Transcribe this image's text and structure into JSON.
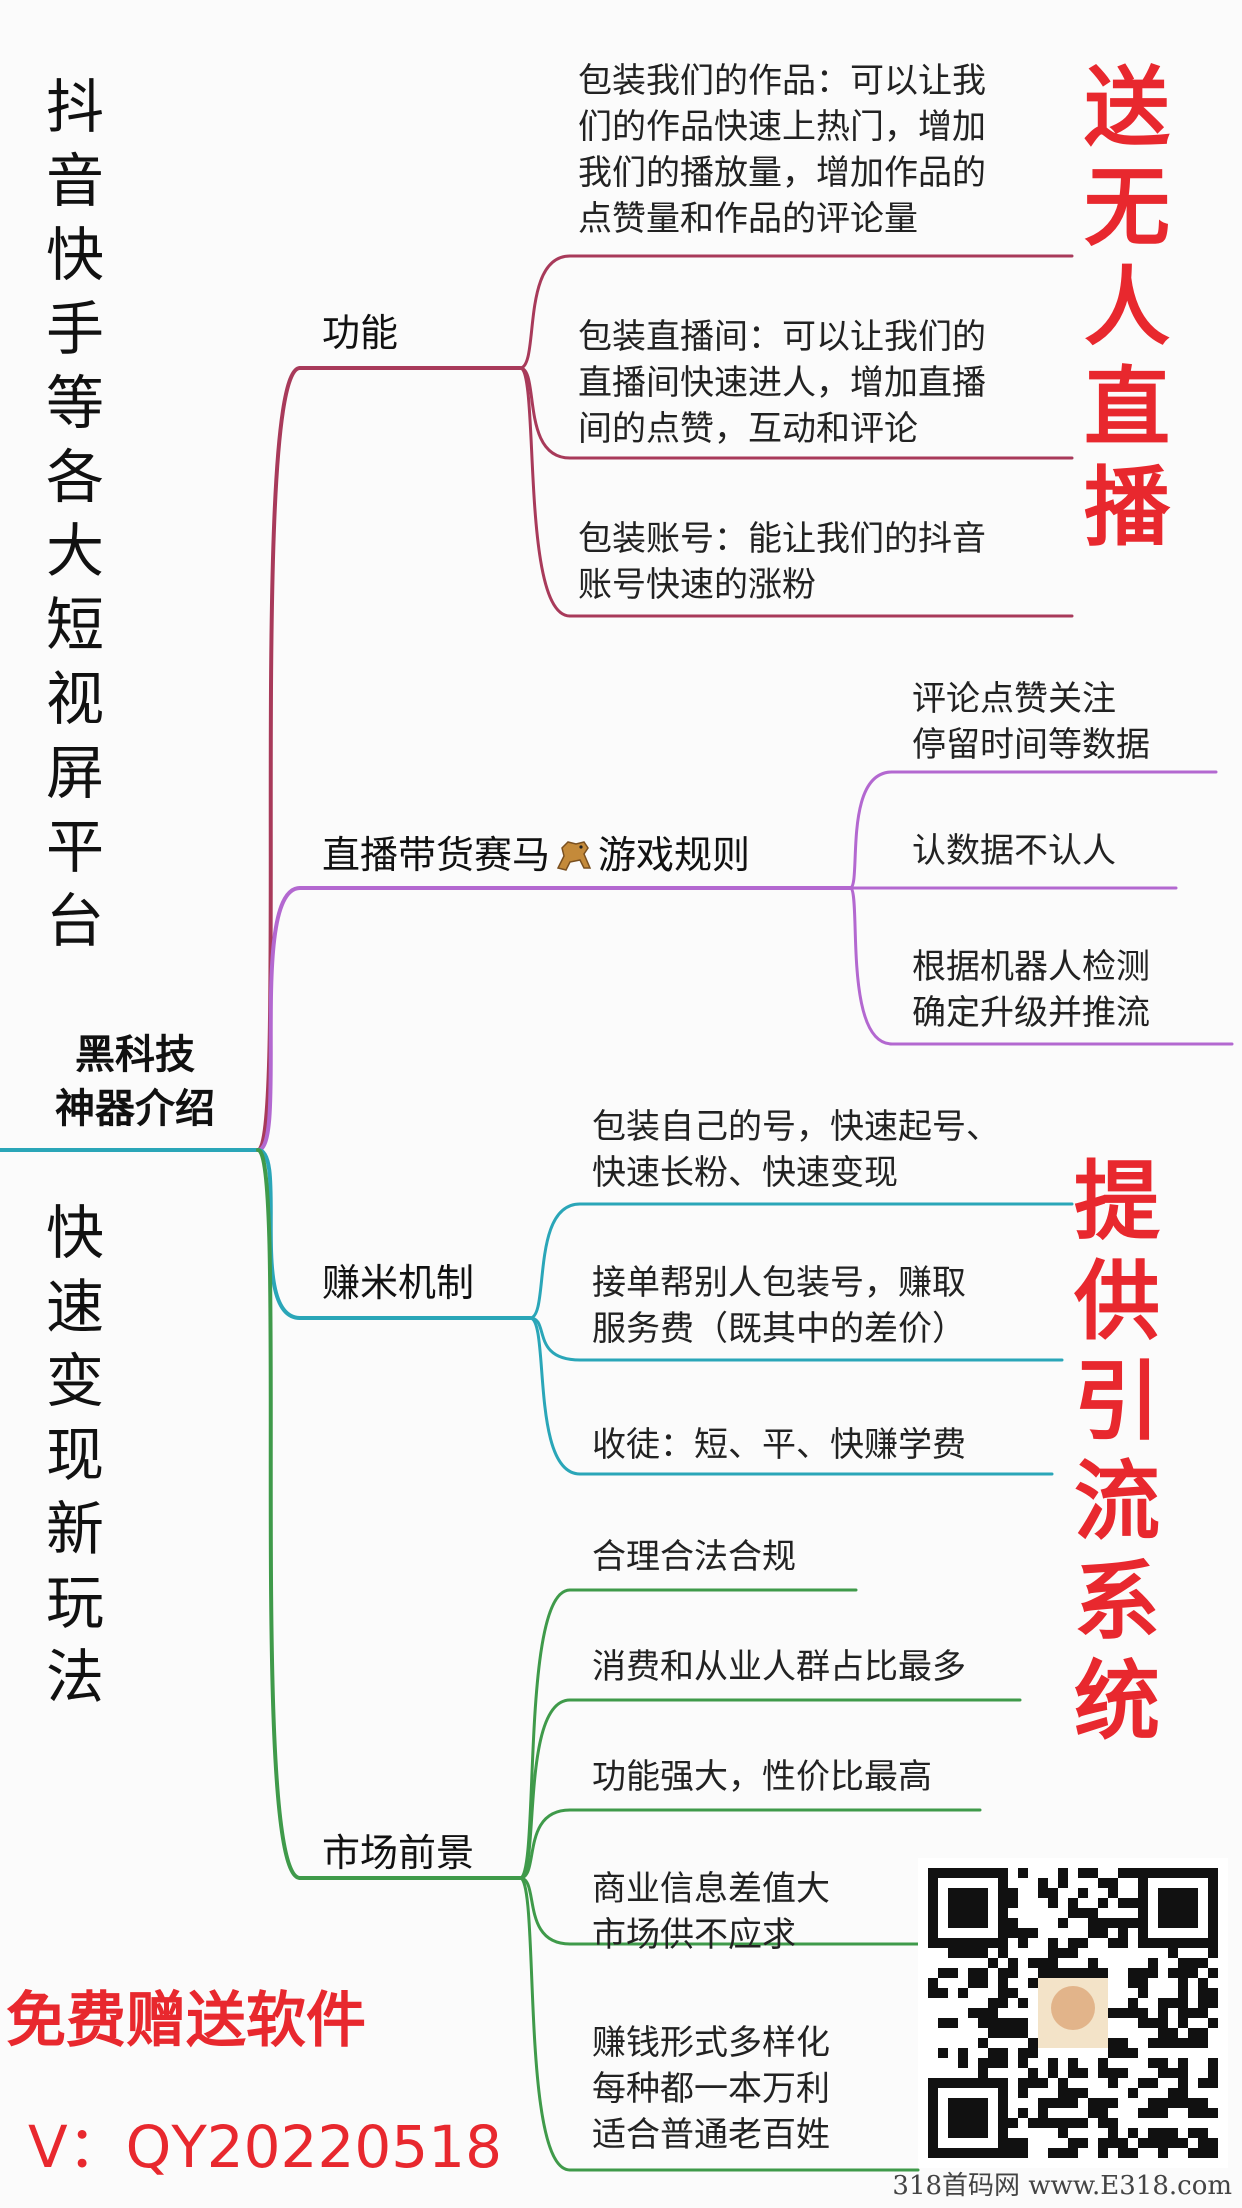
{
  "vertical_titles": {
    "top": [
      "抖",
      "音",
      "快",
      "手",
      "等",
      "各",
      "大",
      "短",
      "视",
      "屏",
      "平",
      "台"
    ],
    "bottom": [
      "快",
      "速",
      "变",
      "现",
      "新",
      "玩",
      "法"
    ]
  },
  "center_label": [
    "黑科技",
    "神器介绍"
  ],
  "branches": [
    {
      "label": "功能",
      "color": "#a83a5a",
      "leaves": [
        [
          "包装我们的作品：可以让我",
          "们的作品快速上热门，增加",
          "我们的播放量，增加作品的",
          "点赞量和作品的评论量"
        ],
        [
          "包装直播间：可以让我们的",
          "直播间快速进人，增加直播",
          "间的点赞，互动和评论"
        ],
        [
          "包装账号：能让我们的抖音",
          "账号快速的涨粉"
        ]
      ]
    },
    {
      "label_before": "直播带货赛马",
      "label_after": "游戏规则",
      "icon": "horse-icon",
      "color": "#b368d0",
      "leaves": [
        [
          "评论点赞关注",
          "停留时间等数据"
        ],
        [
          "认数据不认人"
        ],
        [
          "根据机器人检测",
          "确定升级并推流"
        ]
      ]
    },
    {
      "label": "赚米机制",
      "color": "#2aa6b8",
      "leaves": [
        [
          "包装自己的号，快速起号、",
          "快速长粉、快速变现"
        ],
        [
          "接单帮别人包装号，赚取",
          "服务费（既其中的差价）"
        ],
        [
          "收徒：短、平、快赚学费"
        ]
      ]
    },
    {
      "label": "市场前景",
      "color": "#3f9a4a",
      "leaves": [
        [
          "合理合法合规"
        ],
        [
          "消费和从业人群占比最多"
        ],
        [
          "功能强大，性价比最高"
        ],
        [
          "商业信息差值大",
          "市场供不应求"
        ],
        [
          "赚钱形式多样化",
          "每种都一本万利",
          "适合普通老百姓"
        ]
      ]
    }
  ],
  "red_vertical": {
    "top": [
      "送",
      "无",
      "人",
      "直",
      "播"
    ],
    "middle": [
      "提",
      "供",
      "引",
      "流",
      "系",
      "统"
    ]
  },
  "promo": "免费赠送软件",
  "contact": "V：QY20220518",
  "footer": "318首码网 www.E318.com",
  "colors": {
    "accent_red": "#e8282e"
  }
}
